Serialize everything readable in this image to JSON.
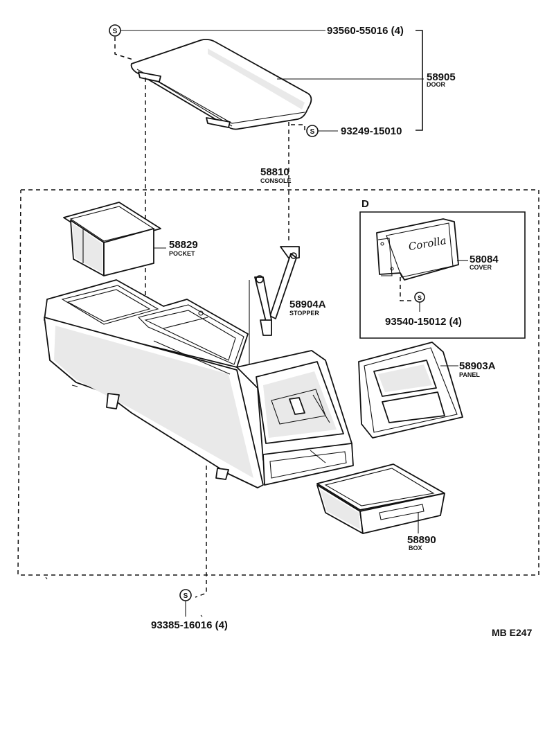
{
  "diagram_code": "MB E247",
  "inset_label": "D",
  "screw_symbol": "S",
  "parts": {
    "screw_door_top": {
      "number": "93560-55016 (4)"
    },
    "door": {
      "number": "58905",
      "name": "DOOR"
    },
    "screw_door_hinge": {
      "number": "93249-15010"
    },
    "console": {
      "number": "58810",
      "name": "CONSOLE"
    },
    "pocket": {
      "number": "58829",
      "name": "POCKET"
    },
    "stopper": {
      "number": "58904A",
      "name": "STOPPER"
    },
    "cover": {
      "number": "58084",
      "name": "COVER"
    },
    "screw_cover": {
      "number": "93540-15012 (4)"
    },
    "panel": {
      "number": "58903A",
      "name": "PANEL"
    },
    "box": {
      "number": "58890",
      "name": "BOX"
    },
    "screw_console": {
      "number": "93385-16016 (4)"
    }
  },
  "cover_script_text": "Corolla"
}
